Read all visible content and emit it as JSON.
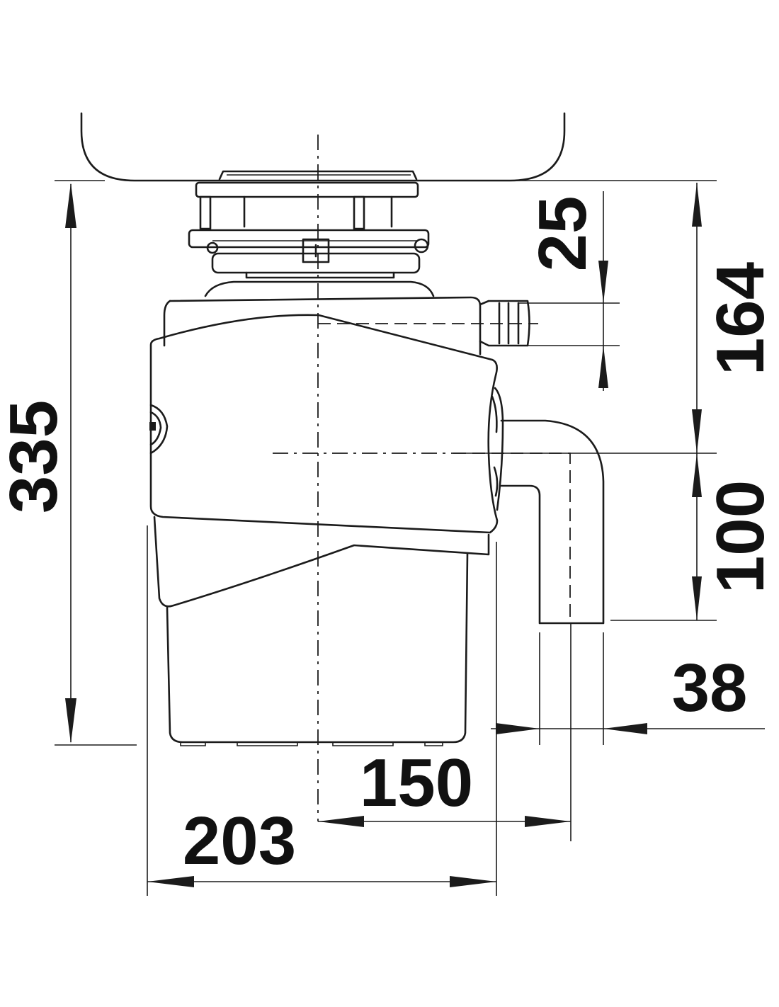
{
  "dimensions": {
    "total_height": "335",
    "inlet_depth": "164",
    "dishwasher_inlet": "25",
    "outlet_drop": "100",
    "outlet_diameter": "38",
    "outlet_offset": "150",
    "body_diameter": "203"
  }
}
